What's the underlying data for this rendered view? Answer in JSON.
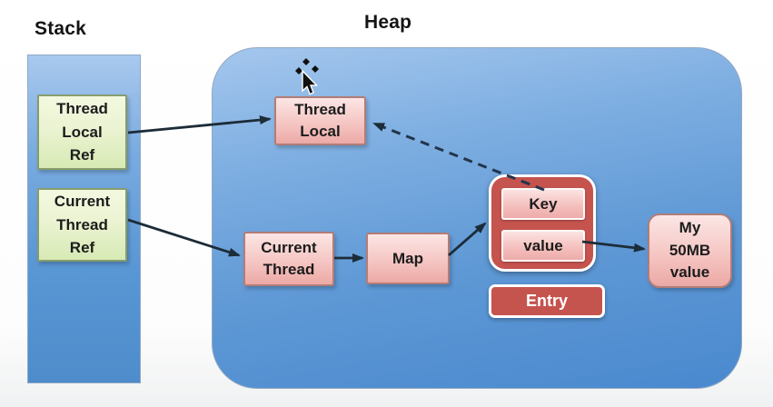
{
  "diagram": {
    "stack": {
      "label": "Stack",
      "items": [
        {
          "id": "thread-local-ref",
          "label": "Thread\nLocal\nRef"
        },
        {
          "id": "current-thread-ref",
          "label": "Current\nThread\nRef"
        }
      ]
    },
    "heap": {
      "label": "Heap",
      "nodes": {
        "thread_local": "Thread\nLocal",
        "current_thread": "Current\nThread",
        "map": "Map",
        "key": "Key",
        "value": "value",
        "entry": "Entry",
        "my_50mb_value": "My\n50MB\nvalue"
      }
    },
    "edges": [
      {
        "from": "thread-local-ref",
        "to": "thread-local",
        "style": "solid"
      },
      {
        "from": "current-thread-ref",
        "to": "current-thread",
        "style": "solid"
      },
      {
        "from": "current-thread",
        "to": "map",
        "style": "solid"
      },
      {
        "from": "map",
        "to": "entry-container",
        "style": "solid"
      },
      {
        "from": "value",
        "to": "my-50mb-value",
        "style": "solid"
      },
      {
        "from": "entry-container",
        "to": "thread-local",
        "style": "dashed"
      }
    ],
    "icons": [
      "move-cursor-icon"
    ],
    "colors": {
      "stack_fill": "#5996d4",
      "heap_fill": "#5e98d5",
      "green_box_fill": "#ebf3d2",
      "pink_box_fill": "#f5c6c3",
      "entry_red": "#c5534e",
      "arrow": "#1c2c38",
      "label_text": "#141414",
      "entry_text": "#ffffff"
    }
  }
}
